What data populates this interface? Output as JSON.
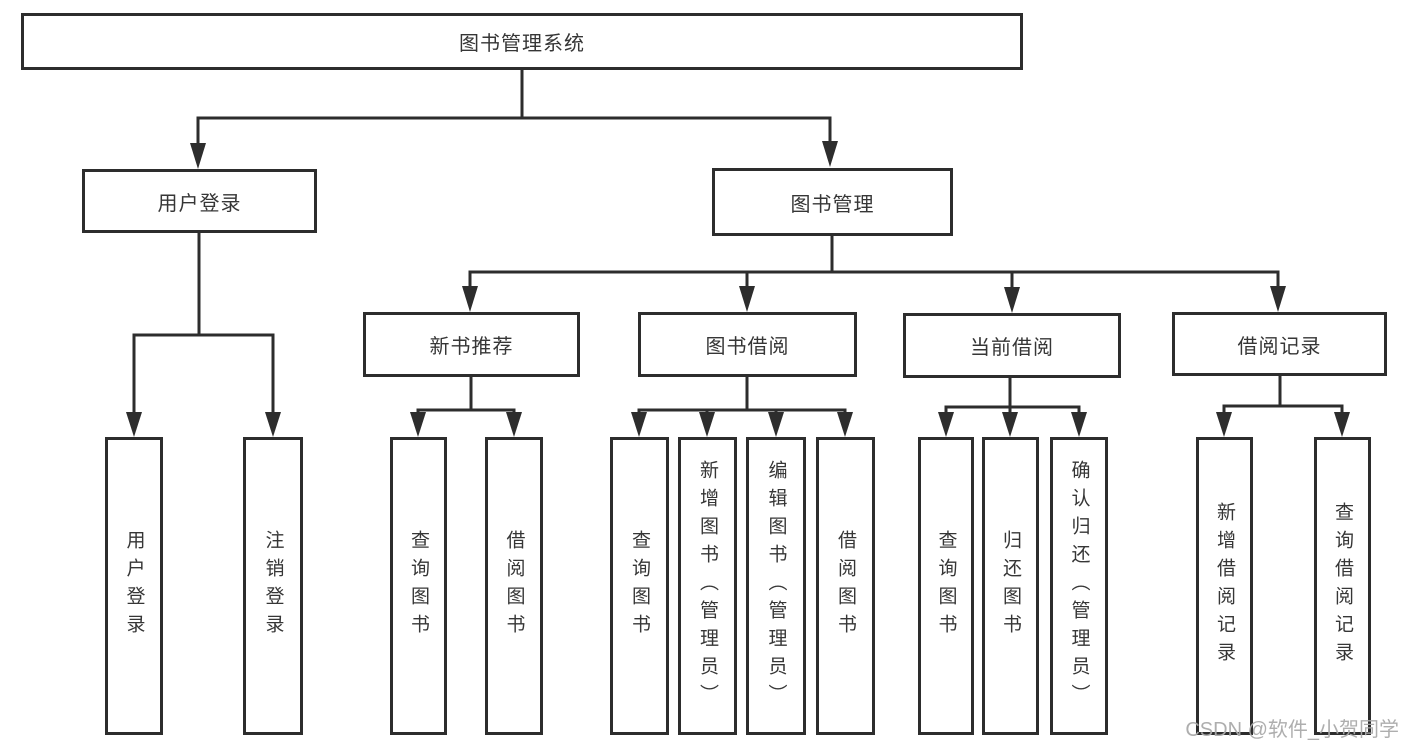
{
  "tree": {
    "label": "图书管理系统",
    "children": [
      {
        "label": "用户登录",
        "children": [
          {
            "label": "用户登录"
          },
          {
            "label": "注销登录"
          }
        ]
      },
      {
        "label": "图书管理",
        "children": [
          {
            "label": "新书推荐",
            "children": [
              {
                "label": "查询图书"
              },
              {
                "label": "借阅图书"
              }
            ]
          },
          {
            "label": "图书借阅",
            "children": [
              {
                "label": "查询图书"
              },
              {
                "label": "新增图书（管理员）"
              },
              {
                "label": "编辑图书（管理员）"
              },
              {
                "label": "借阅图书"
              }
            ]
          },
          {
            "label": "当前借阅",
            "children": [
              {
                "label": "查询图书"
              },
              {
                "label": "归还图书"
              },
              {
                "label": "确认归还（管理员）"
              }
            ]
          },
          {
            "label": "借阅记录",
            "children": [
              {
                "label": "新增借阅记录"
              },
              {
                "label": "查询借阅记录"
              }
            ]
          }
        ]
      }
    ]
  },
  "watermark": {
    "text": "CSDN @软件_小贺同学"
  },
  "colors": {
    "line": "#2d2d2d",
    "box_border": "#2d2d2d",
    "text": "#363636",
    "background": "#ffffff",
    "watermark": "#aaaaaa"
  }
}
